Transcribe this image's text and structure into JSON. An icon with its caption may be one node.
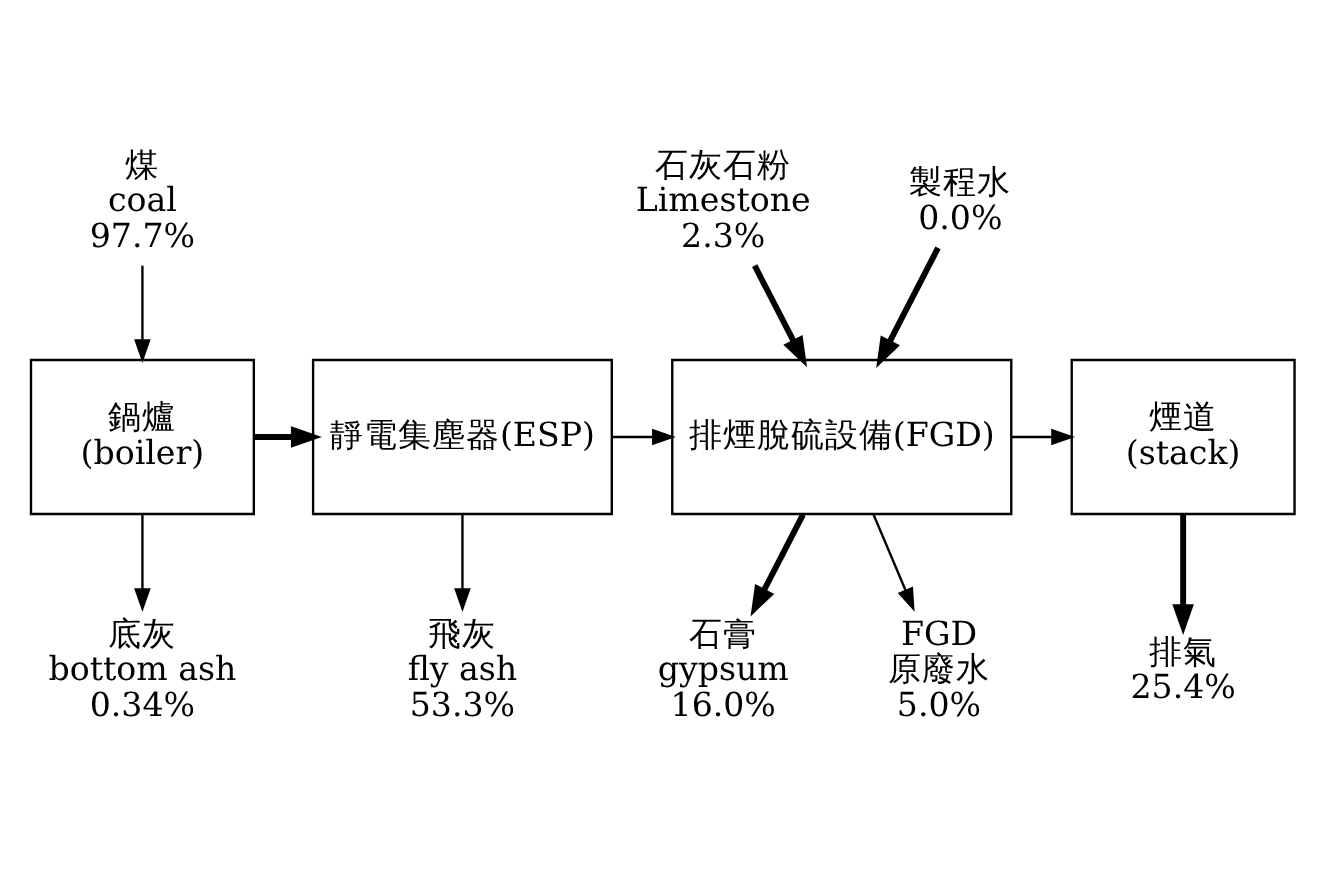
{
  "diagram": {
    "nodes": [
      {
        "text": [
          "煤",
          "coal",
          "97.7%"
        ]
      },
      {
        "text": [
          "石灰石粉",
          "Limestone",
          "2.3%"
        ]
      },
      {
        "text": [
          "製程水",
          "0.0%"
        ]
      },
      {
        "text": [
          "鍋爐",
          "(boiler)"
        ]
      },
      {
        "text": [
          "靜電集塵器(ESP)"
        ]
      },
      {
        "text": [
          "排煙脫硫設備(FGD)"
        ]
      },
      {
        "text": [
          "煙道",
          "(stack)"
        ]
      },
      {
        "text": [
          "底灰",
          "bottom ash",
          "0.34%"
        ]
      },
      {
        "text": [
          "飛灰",
          "fly ash",
          "53.3%"
        ]
      },
      {
        "text": [
          "石膏",
          "gypsum",
          "16.0%"
        ]
      },
      {
        "text": [
          "FGD",
          "原廢水",
          "5.0%"
        ]
      },
      {
        "text": [
          "排氣",
          "25.4%"
        ]
      }
    ],
    "edges": [
      {
        "from": 0,
        "to": 3,
        "arrow": "to"
      },
      {
        "from": 3,
        "to": 4,
        "arrow": "to",
        "style": "thick"
      },
      {
        "from": 4,
        "to": 5,
        "arrow": "to"
      },
      {
        "from": 5,
        "to": 6,
        "arrow": "to"
      },
      {
        "from": 1,
        "to": 5,
        "arrow": "to",
        "style": "thick"
      },
      {
        "from": 2,
        "to": 5,
        "arrow": "to",
        "style": "thick"
      },
      {
        "from": 3,
        "to": 7,
        "arrow": "to"
      },
      {
        "from": 4,
        "to": 8,
        "arrow": "to"
      },
      {
        "from": 5,
        "to": 9,
        "arrow": "to",
        "style": "thick"
      },
      {
        "from": 5,
        "to": 10,
        "arrow": "to"
      },
      {
        "from": 6,
        "to": 11,
        "arrow": "to",
        "style": "thick"
      }
    ]
  }
}
